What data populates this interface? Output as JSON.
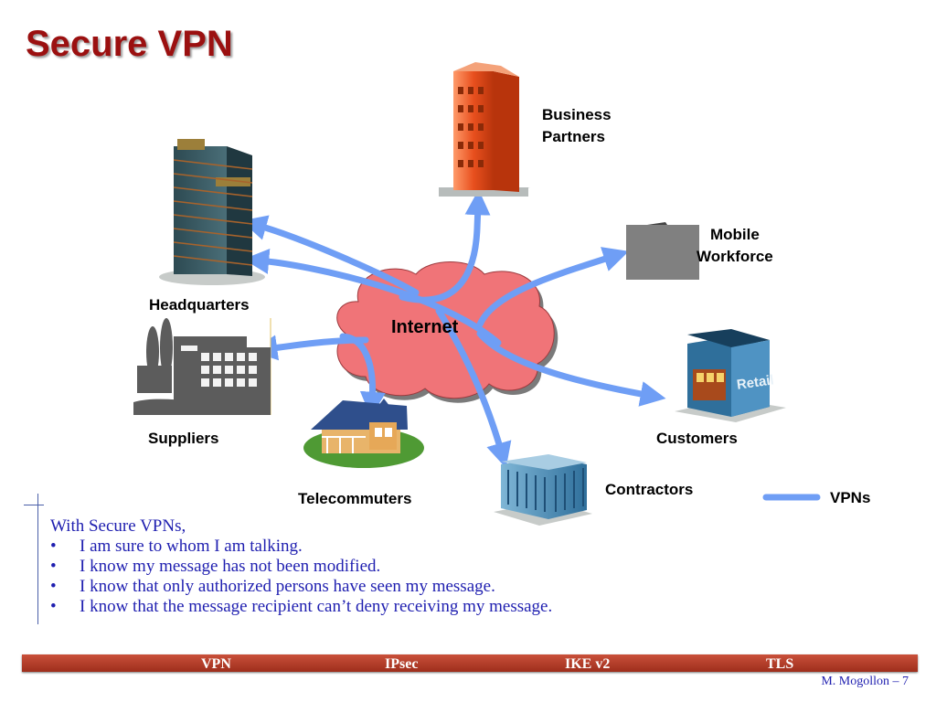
{
  "title": "Secure VPN",
  "diagram": {
    "center_label": "Internet",
    "nodes": {
      "business_partners": "Business\nPartners",
      "mobile_workforce": "Mobile\nWorkforce",
      "headquarters": "Headquarters",
      "suppliers": "Suppliers",
      "customers": "Customers",
      "telecommuters": "Telecommuters",
      "contractors": "Contractors"
    },
    "legend": {
      "label": "VPNs",
      "color": "#6f9ef5"
    },
    "colors": {
      "cloud": "#f07478",
      "arrow": "#6f9ef5",
      "title": "#9b1010"
    },
    "retail_sign": "Retail"
  },
  "bullets": {
    "intro": "With Secure VPNs,",
    "items": [
      "I am sure to whom I am talking.",
      "I know my message has not been modified.",
      "I know that only authorized persons have seen my message.",
      "I know that the message recipient can’t deny receiving my message."
    ]
  },
  "footer": {
    "nav": [
      "VPN",
      "IPsec",
      "IKE v2",
      "TLS"
    ],
    "credit": "M. Mogollon – 7"
  }
}
